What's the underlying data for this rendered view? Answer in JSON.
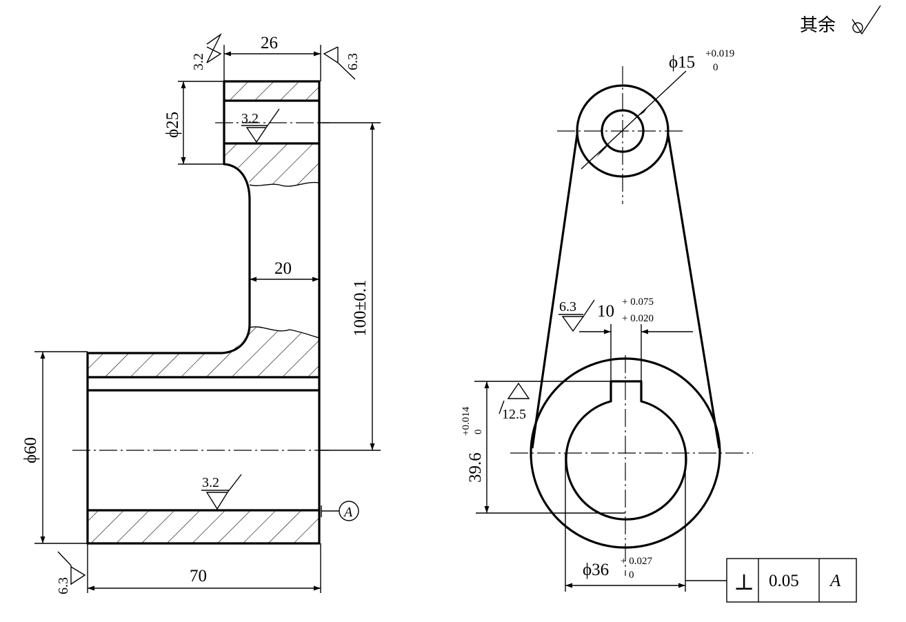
{
  "note": {
    "other_label": "其余"
  },
  "left_view": {
    "dims": {
      "width_top": "26",
      "dia_top": "ϕ25",
      "web_thickness": "20",
      "center_distance": "100±0.1",
      "dia_bottom": "ϕ60",
      "length_bottom": "70"
    },
    "roughness": {
      "top_left": "3.2",
      "top_right": "6.3",
      "top_bore": "3.2",
      "bottom_bore": "3.2",
      "bottom_left": "6.3"
    },
    "datum": "A"
  },
  "right_view": {
    "small_bore": {
      "nominal": "ϕ15",
      "upper": "+0.019",
      "lower": "0"
    },
    "keyway": {
      "nominal": "10",
      "upper": "+ 0.075",
      "lower": "+ 0.020",
      "roughness": "6.3"
    },
    "keyway_depth": {
      "nominal": "39.6",
      "upper": "+0.014",
      "lower": "0",
      "roughness": "12.5"
    },
    "large_bore": {
      "nominal": "ϕ36",
      "upper": "+ 0.027",
      "lower": "0"
    }
  },
  "tolerance_frame": {
    "symbol": "⊥",
    "value": "0.05",
    "datum": "A"
  }
}
